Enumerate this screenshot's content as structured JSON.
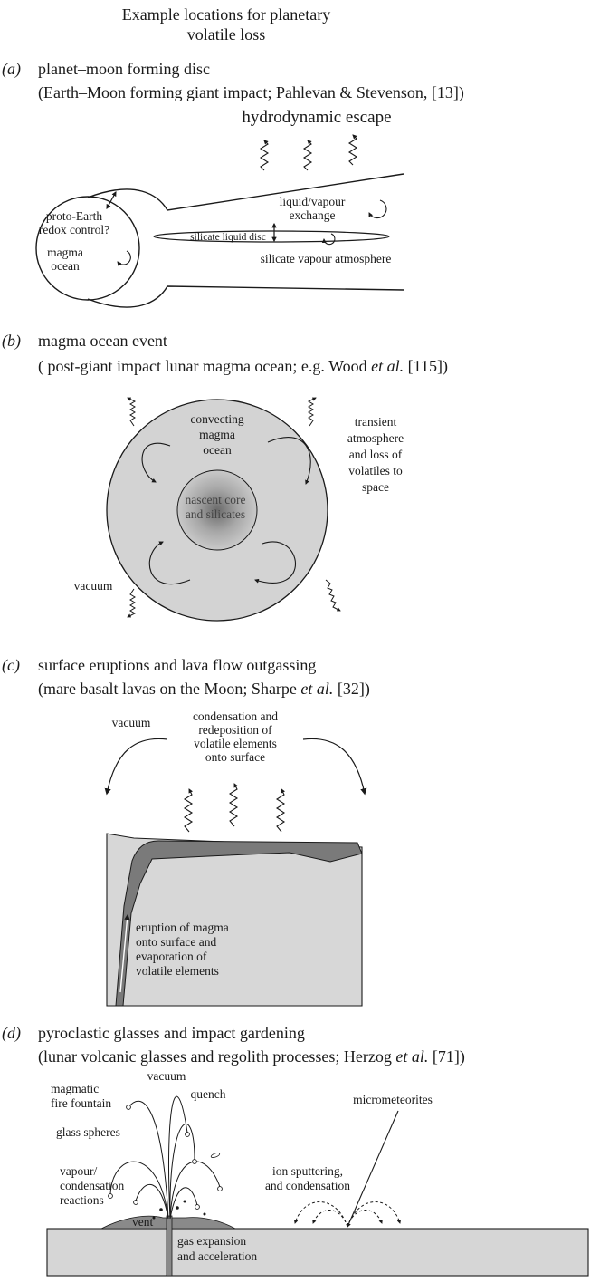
{
  "title": [
    "Example locations for planetary",
    "volatile loss"
  ],
  "panels": {
    "a": {
      "letter": "(a)",
      "heading": "planet–moon forming disc",
      "subheading": "(Earth–Moon forming giant impact; Pahlevan & Stevenson, [13])",
      "labels": {
        "escape": "hydrodynamic escape",
        "proto_earth_1": "proto-Earth",
        "proto_earth_2": "redox control?",
        "magma_1": "magma",
        "magma_2": "ocean",
        "exchange_1": "liquid/vapour",
        "exchange_2": "exchange",
        "disc": "silicate liquid disc",
        "atmosphere": "silicate vapour atmosphere"
      }
    },
    "b": {
      "letter": "(b)",
      "heading": "magma ocean event",
      "subheading_pre": "( post-giant impact lunar magma ocean; e.g. Wood ",
      "subheading_it": "et al.",
      "subheading_post": " [115])",
      "labels": {
        "convecting_1": "convecting",
        "convecting_2": "magma",
        "convecting_3": "ocean",
        "core_1": "nascent core",
        "core_2": "and silicates",
        "transient_1": "transient",
        "transient_2": "atmosphere",
        "transient_3": "and loss of",
        "transient_4": "volatiles to",
        "transient_5": "space",
        "vacuum": "vacuum"
      }
    },
    "c": {
      "letter": "(c)",
      "heading": "surface eruptions and lava flow outgassing",
      "subheading_pre": "(mare basalt lavas on the Moon; Sharpe ",
      "subheading_it": "et al.",
      "subheading_post": " [32])",
      "labels": {
        "vacuum": "vacuum",
        "cond_1": "condensation and",
        "cond_2": "redeposition of",
        "cond_3": "volatile elements",
        "cond_4": "onto surface",
        "erupt_1": "eruption of magma",
        "erupt_2": "onto surface and",
        "erupt_3": "evaporation of",
        "erupt_4": "volatile elements"
      }
    },
    "d": {
      "letter": "(d)",
      "heading": "pyroclastic glasses and impact gardening",
      "subheading_pre": "(lunar volcanic glasses and regolith processes; Herzog ",
      "subheading_it": "et al.",
      "subheading_post": " [71])",
      "labels": {
        "fountain_1": "magmatic",
        "fountain_2": "fire fountain",
        "vacuum": "vacuum",
        "quench": "quench",
        "spheres": "glass spheres",
        "vapour_1": "vapour/",
        "vapour_2": "condensation",
        "vapour_3": "reactions",
        "vent": "vent",
        "micro": "micrometeorites",
        "ion_1": "ion sputtering,",
        "ion_2": "and condensation",
        "gas_1": "gas expansion",
        "gas_2": "and acceleration"
      }
    }
  },
  "colors": {
    "ink": "#1a1a1a",
    "moon_fill": "#d2d2d2",
    "lava_dark": "#7a7a7a",
    "rock": "#d6d6d6"
  }
}
